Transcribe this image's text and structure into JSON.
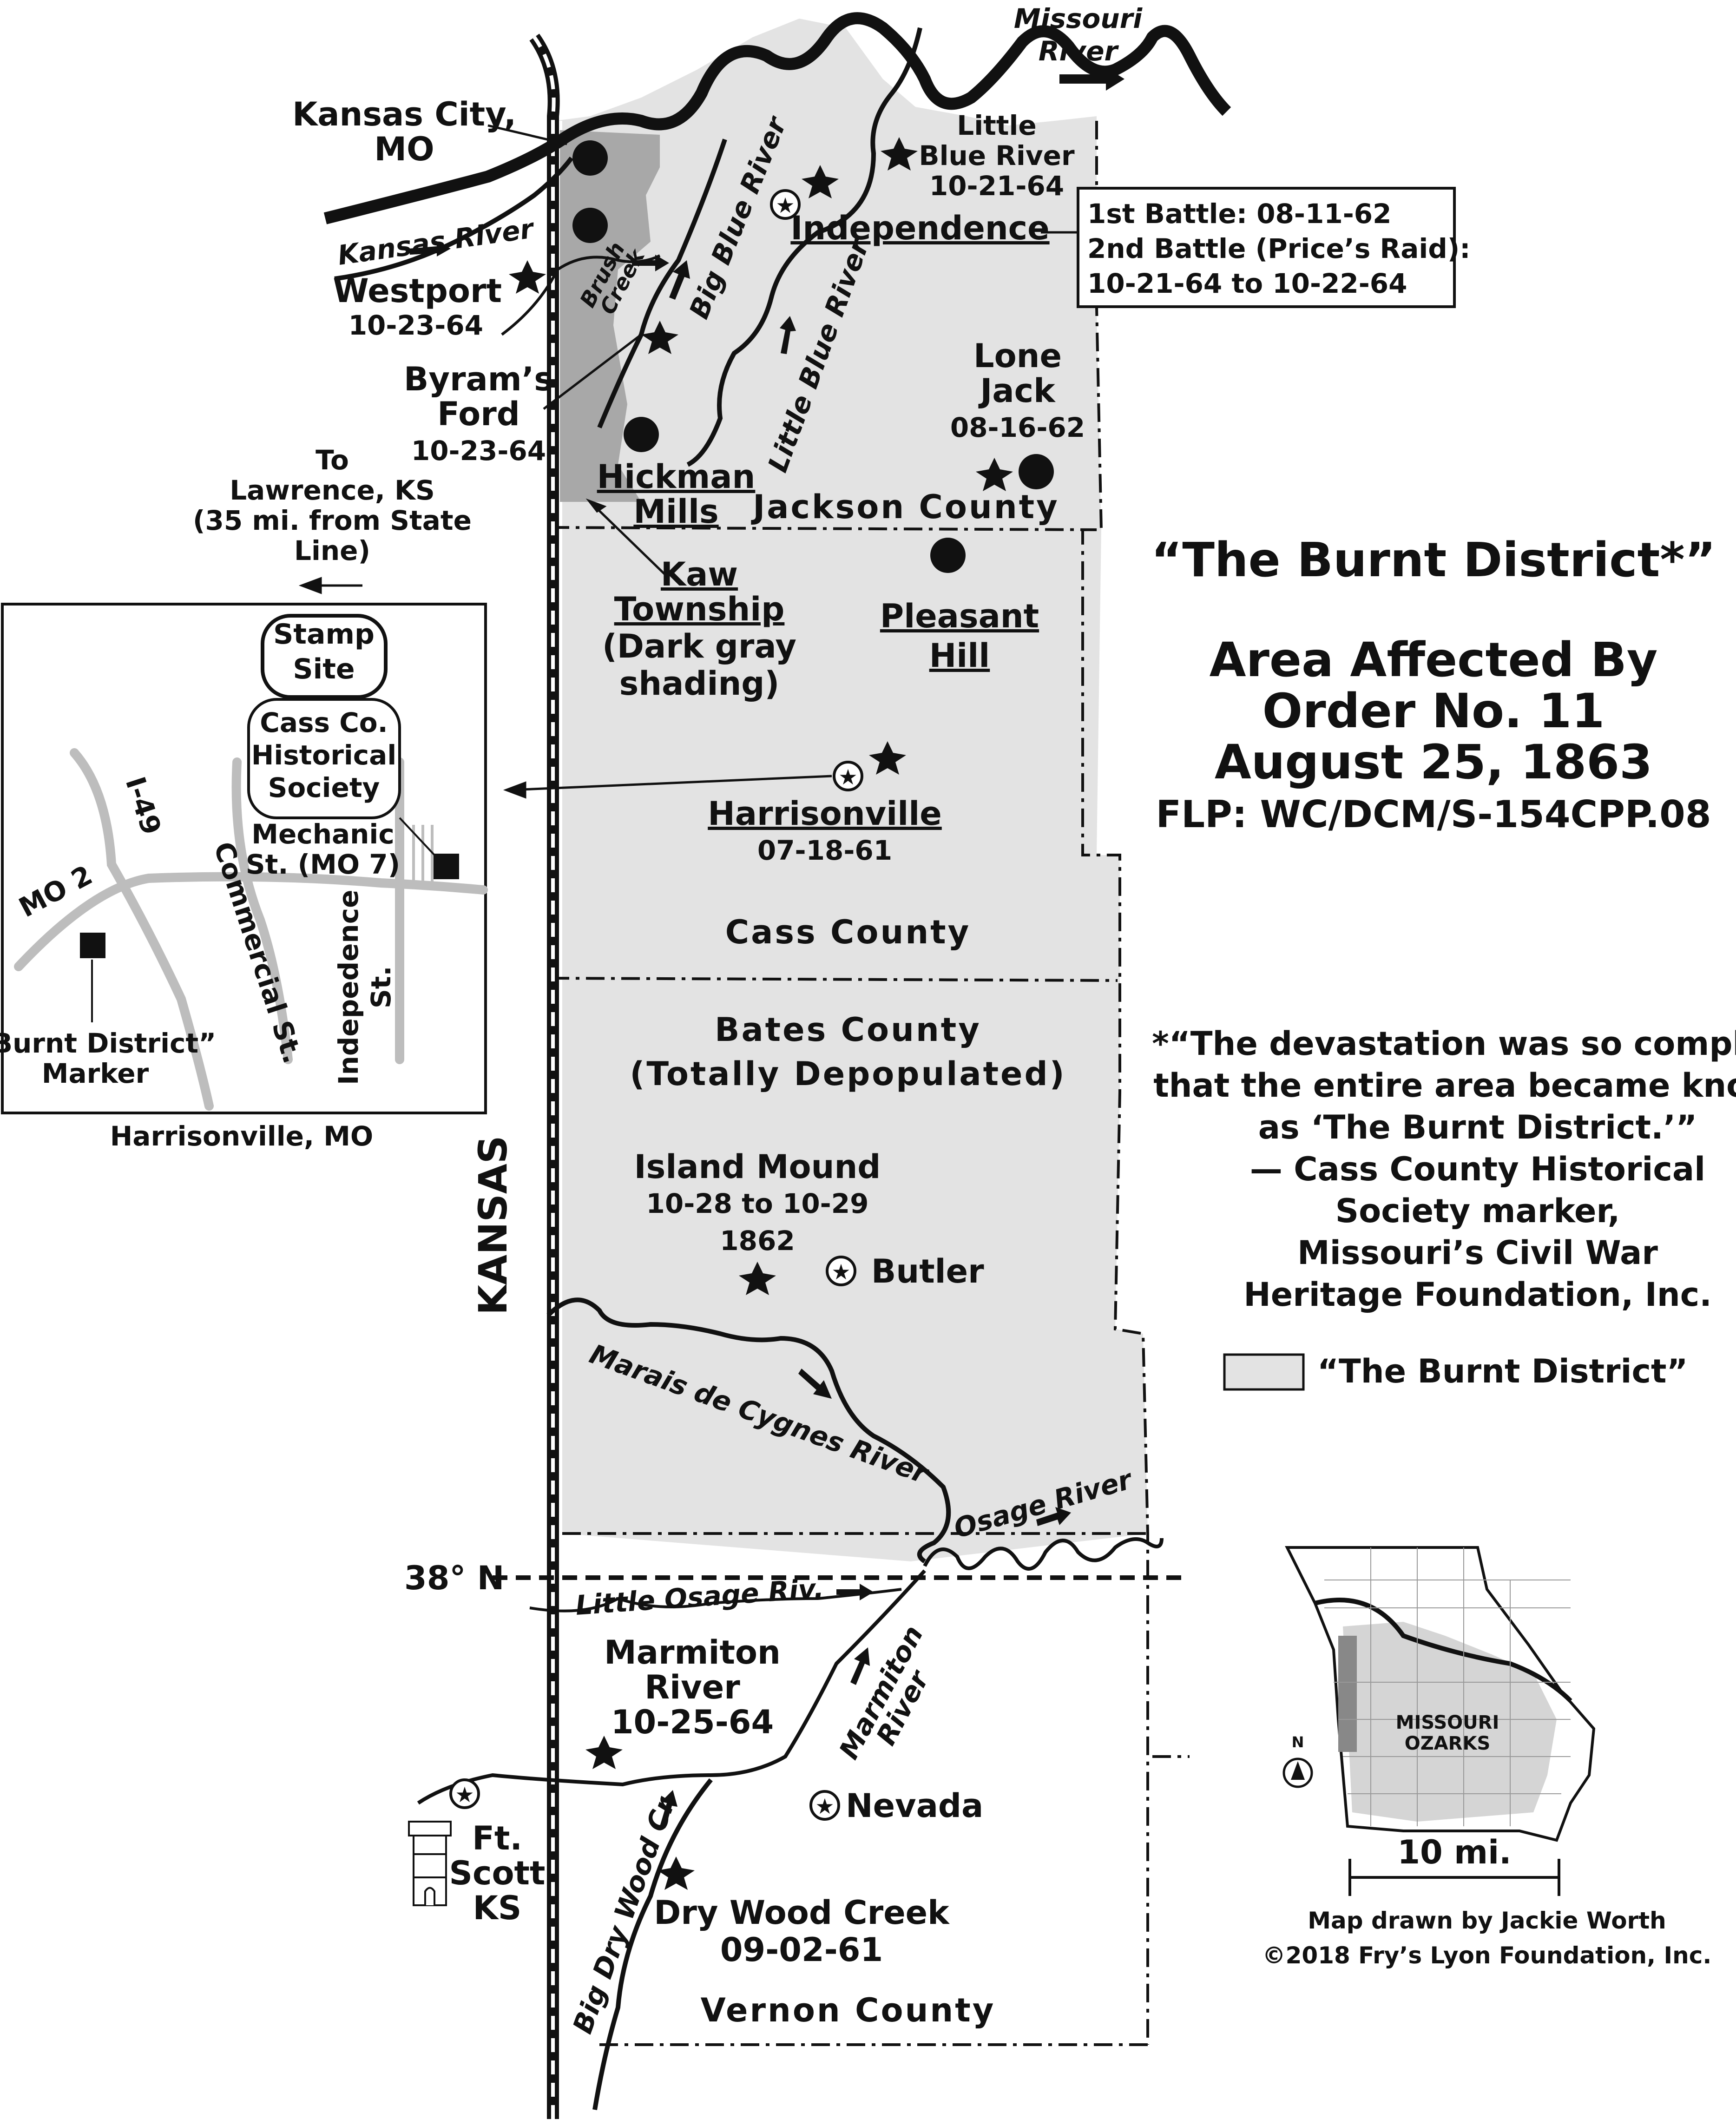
{
  "title": {
    "line1": "“The Burnt District*”",
    "line2": "Area Affected By",
    "line3": "Order No. 11",
    "line4": "August 25, 1863",
    "code": "FLP: WC/DCM/S-154CPP.08"
  },
  "quote": {
    "line1": "*“The devastation was so complete",
    "line2": "that the entire area became known",
    "line3": "as ‘The Burnt District.’”",
    "line4": "— Cass County Historical",
    "line5": "Society marker,",
    "line6": "Missouri’s Civil War",
    "line7": "Heritage Foundation, Inc."
  },
  "legend": {
    "label": "“The Burnt District”",
    "swatch_color": "#e3e3e3"
  },
  "credit": {
    "line1": "Map drawn by Jackie Worth",
    "line2": "©2018 Fry’s Lyon Foundation, Inc."
  },
  "scale": {
    "label": "10 mi."
  },
  "state": {
    "kansas": "KANSAS"
  },
  "latitude": {
    "label": "38° N"
  },
  "colors": {
    "burnt": "#e3e3e3",
    "kaw": "#a8a8a8",
    "ink": "#111111"
  },
  "rivers": {
    "missouri1": "Missouri",
    "missouri2": "River",
    "kansas": "Kansas River",
    "big_blue": "Big Blue River",
    "little_blue": "Little Blue River",
    "brush1": "Brush",
    "brush2": "Creek",
    "marais": "Marais de Cygnes River",
    "osage": "Osage River",
    "little_osage": "Little Osage Riv.",
    "marmiton1": "Marmiton",
    "marmiton2": "River",
    "big_dry_wood": "Big Dry Wood Cr."
  },
  "places": {
    "kc1": "Kansas City,",
    "kc2": "MO",
    "westport": "Westport",
    "westport_date": "10-23-64",
    "byrams1": "Byram’s",
    "byrams2": "Ford",
    "byrams_date": "10-23-64",
    "lawrence1": "To",
    "lawrence2": "Lawrence, KS",
    "lawrence3": "(35 mi. from State",
    "lawrence4": "Line)",
    "little_blue1": "Little",
    "little_blue2": "Blue River",
    "little_blue_date": "10-21-64",
    "independence": "Independence",
    "ind_box1": "1st Battle: 08-11-62",
    "ind_box2": "2nd Battle (Price’s Raid):",
    "ind_box3": "10-21-64 to 10-22-64",
    "lone_jack1": "Lone",
    "lone_jack2": "Jack",
    "lone_jack_date": "08-16-62",
    "hickman1": "Hickman",
    "hickman2": "Mills",
    "kaw1": "Kaw",
    "kaw2": "Township",
    "kaw3": "(Dark gray",
    "kaw4": "shading)",
    "pleasant1": "Pleasant",
    "pleasant2": "Hill",
    "harrisonville": "Harrisonville",
    "harrisonville_date": "07-18-61",
    "island1": "Island Mound",
    "island2": "10-28 to 10-29",
    "island3": "1862",
    "butler": "Butler",
    "marmiton1": "Marmiton",
    "marmiton2": "River",
    "marmiton_date": "10-25-64",
    "nevada": "Nevada",
    "fort1": "Ft.",
    "fort2": "Scott",
    "fort3": "KS",
    "drywood1": "Dry Wood Creek",
    "drywood2": "09-02-61"
  },
  "counties": {
    "jackson": "Jackson County",
    "cass": "Cass County",
    "bates1": "Bates County",
    "bates2": "(Totally Depopulated)",
    "vernon": "Vernon County"
  },
  "inset": {
    "stamp1": "Stamp",
    "stamp2": "Site",
    "hist1": "Cass Co.",
    "hist2": "Historical",
    "hist3": "Society",
    "mech1": "Mechanic",
    "mech2": "St. (MO 7)",
    "i49": "I-49",
    "mo2": "MO 2",
    "commercial": "Commercial St.",
    "indep1": "Indepedence",
    "indep2": "St.",
    "marker1": "“Burnt District”",
    "marker2": "Marker",
    "caption": "Harrisonville, MO"
  },
  "locator": {
    "label1": "MISSOURI",
    "label2": "OZARKS",
    "north": "N"
  }
}
